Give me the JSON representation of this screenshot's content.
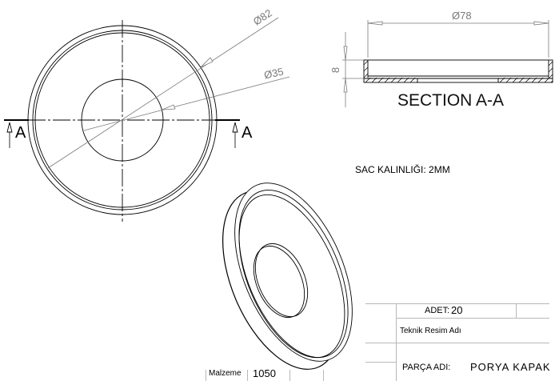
{
  "front_view": {
    "dim_outer": "Ø82",
    "dim_inner": "Ø35",
    "section_label_left": "A",
    "section_label_right": "A"
  },
  "section_view": {
    "dim_diameter": "Ø78",
    "dim_height": "8",
    "title": "SECTION A-A"
  },
  "note": "SAC KALINLIĞI: 2MM",
  "title_block": {
    "adet_label": "ADET:",
    "adet_value": "20",
    "drawing_name_label": "Teknik Resim Adı",
    "part_name_label": "PARÇA ADI:",
    "part_name_value": "PORYA KAPAK",
    "material_label": "Malzeme",
    "material_value": "1050"
  },
  "colors": {
    "line": "#000000",
    "dimension": "#7a7a7a",
    "table": "#b8b8b8"
  }
}
